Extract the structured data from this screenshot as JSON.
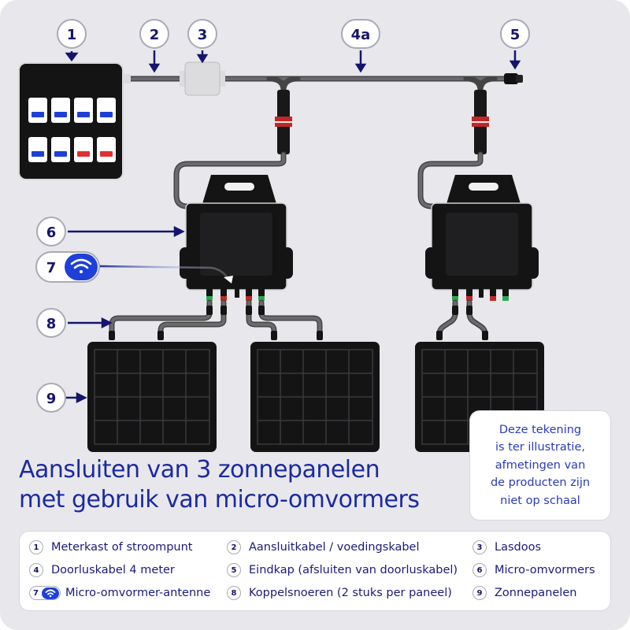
{
  "callouts": [
    {
      "id": "1",
      "text": "1"
    },
    {
      "id": "2",
      "text": "2"
    },
    {
      "id": "3",
      "text": "3"
    },
    {
      "id": "4a",
      "text": "4a"
    },
    {
      "id": "5",
      "text": "5"
    },
    {
      "id": "6",
      "text": "6"
    },
    {
      "id": "7",
      "text": "7"
    },
    {
      "id": "8",
      "text": "8"
    },
    {
      "id": "9",
      "text": "9"
    }
  ],
  "title": {
    "line1": "Aansluiten van 3 zonnepanelen",
    "line2": "met gebruik van micro-omvormers"
  },
  "note": {
    "lines": [
      "Deze tekening",
      "is ter illustratie,",
      "afmetingen van",
      "de producten zijn",
      "niet op schaal"
    ]
  },
  "legend": {
    "items": [
      {
        "num": "1",
        "label": "Meterkast of stroompunt"
      },
      {
        "num": "2",
        "label": "Aansluitkabel / voedingskabel"
      },
      {
        "num": "3",
        "label": "Lasdoos"
      },
      {
        "num": "4",
        "label": "Doorluskabel 4 meter"
      },
      {
        "num": "5",
        "label": "Eindkap (afsluiten van doorluskabel)"
      },
      {
        "num": "6",
        "label": "Micro-omvormers"
      },
      {
        "num": "7",
        "label": "Micro-omvormer-antenne"
      },
      {
        "num": "8",
        "label": "Koppelsnoeren (2 stuks per paneel)"
      },
      {
        "num": "9",
        "label": "Zonnepanelen"
      }
    ]
  },
  "colors": {
    "background": "#e8e8ec",
    "navy": "#15156e",
    "blue": "#1e40d8",
    "title": "#1c2aa0",
    "cable": "#5a5a5e",
    "device": "#141414",
    "red_breaker": "#e23030"
  }
}
